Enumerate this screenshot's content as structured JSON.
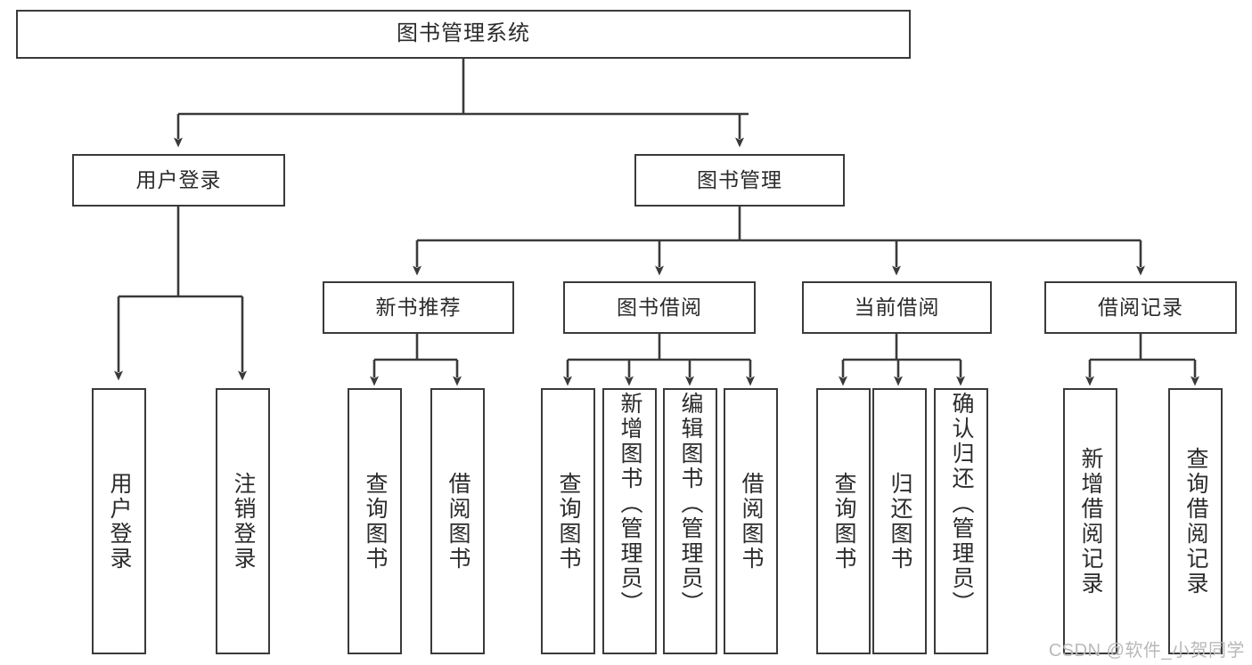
{
  "diagram": {
    "type": "tree-hierarchy",
    "title": "图书管理系统",
    "watermark": "CSDN @软件_小贺同学",
    "stroke_color": "#3a3a3a",
    "text_color": "#2b2b2b",
    "background": "#ffffff",
    "levels": [
      {
        "level": 1,
        "nodes": [
          {
            "id": "root",
            "label": "图书管理系统"
          }
        ]
      },
      {
        "level": 2,
        "nodes": [
          {
            "id": "login",
            "label": "用户登录",
            "parent": "root"
          },
          {
            "id": "bookmgmt",
            "label": "图书管理",
            "parent": "root"
          }
        ]
      },
      {
        "level": 3,
        "nodes": [
          {
            "id": "newbook",
            "label": "新书推荐",
            "parent": "bookmgmt"
          },
          {
            "id": "borrow",
            "label": "图书借阅",
            "parent": "bookmgmt"
          },
          {
            "id": "current",
            "label": "当前借阅",
            "parent": "bookmgmt"
          },
          {
            "id": "records",
            "label": "借阅记录",
            "parent": "bookmgmt"
          }
        ]
      },
      {
        "level": 4,
        "nodes": [
          {
            "id": "leaf-1",
            "label": "用户登录",
            "parent": "login"
          },
          {
            "id": "leaf-2",
            "label": "注销登录",
            "parent": "login"
          },
          {
            "id": "leaf-3",
            "label": "查询图书",
            "parent": "newbook"
          },
          {
            "id": "leaf-4",
            "label": "借阅图书",
            "parent": "newbook"
          },
          {
            "id": "leaf-5",
            "label": "查询图书",
            "parent": "borrow"
          },
          {
            "id": "leaf-6",
            "label": "新增图书（管理员）",
            "parent": "borrow"
          },
          {
            "id": "leaf-7",
            "label": "编辑图书（管理员）",
            "parent": "borrow"
          },
          {
            "id": "leaf-8",
            "label": "借阅图书",
            "parent": "borrow"
          },
          {
            "id": "leaf-9",
            "label": "查询图书",
            "parent": "current"
          },
          {
            "id": "leaf-10",
            "label": "归还图书",
            "parent": "current"
          },
          {
            "id": "leaf-11",
            "label": "确认归还（管理员）",
            "parent": "current"
          },
          {
            "id": "leaf-12",
            "label": "新增借阅记录",
            "parent": "records"
          },
          {
            "id": "leaf-13",
            "label": "查询借阅记录",
            "parent": "records"
          }
        ]
      }
    ]
  }
}
